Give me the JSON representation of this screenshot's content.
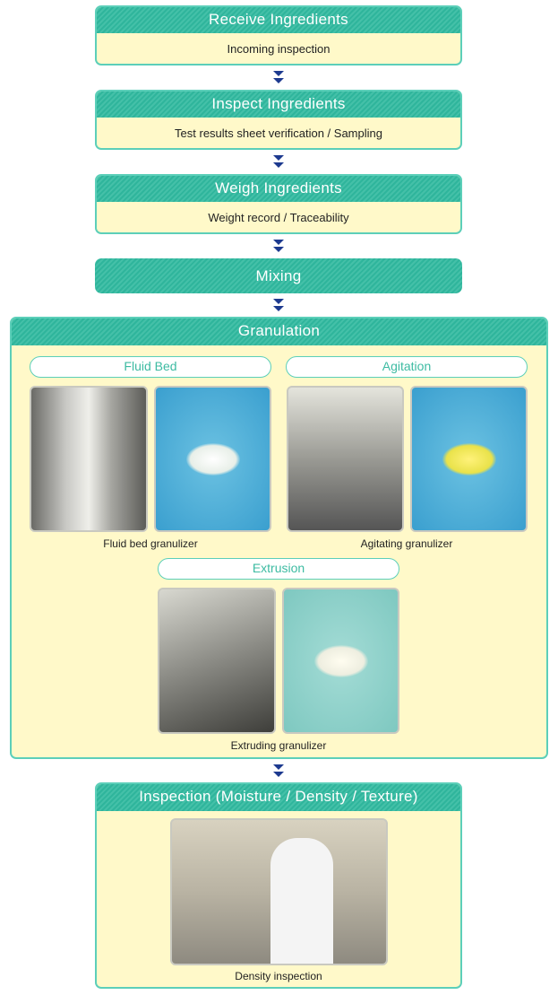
{
  "steps": [
    {
      "title": "Receive Ingredients",
      "detail": "Incoming inspection"
    },
    {
      "title": "Inspect Ingredients",
      "detail": "Test results sheet verification / Sampling"
    },
    {
      "title": "Weigh Ingredients",
      "detail": "Weight record / Traceability"
    },
    {
      "title": "Mixing"
    }
  ],
  "granulation": {
    "title": "Granulation",
    "methods": [
      {
        "label": "Fluid Bed",
        "caption": "Fluid bed granulizer"
      },
      {
        "label": "Agitation",
        "caption": "Agitating granulizer"
      },
      {
        "label": "Extrusion",
        "caption": "Extruding granulizer"
      }
    ]
  },
  "inspection": {
    "title": "Inspection (Moisture / Density / Texture)",
    "caption": "Density inspection"
  },
  "colors": {
    "accent": "#2fb59c",
    "body": "#fff9c9",
    "arrow": "#1d3a8f"
  }
}
